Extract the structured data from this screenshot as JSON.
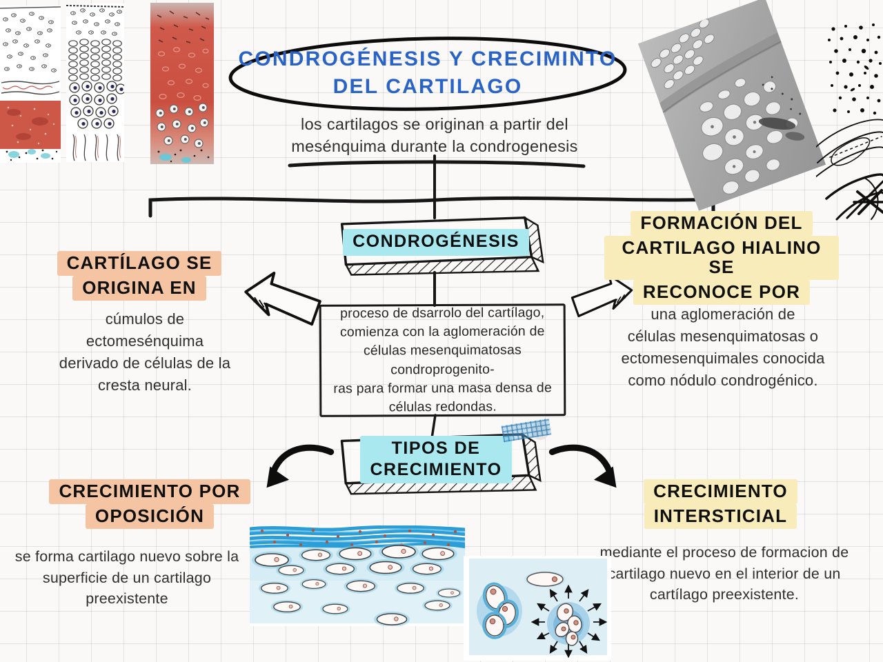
{
  "colors": {
    "accent_blue": "#2a63c6",
    "highlight_peach": "#f5c4a3",
    "highlight_yellow": "#f8ecbb",
    "highlight_cyan": "#a9e8ef",
    "ink": "#141414"
  },
  "title": {
    "line1": "CONDROGÉNESIS Y CRECIMINTO",
    "line2": "DEL CARTILAGO"
  },
  "subtitle": {
    "line1": "los cartilagos se originan a partir del",
    "line2": "mesénquima durante la condrogenesis"
  },
  "condrogenesis_box": {
    "label": "CONDROGÉNESIS"
  },
  "process_note": {
    "lines": [
      "proceso de dsarrolo del  cartílago,",
      "comienza con la aglomeración de",
      "células mesenquimatosas",
      "condroprogenito-",
      "ras para formar una masa densa de",
      "células redondas."
    ]
  },
  "left_branch": {
    "heading": {
      "line1": "CARTÍLAGO SE",
      "line2": "ORIGINA EN"
    },
    "body": [
      "cúmulos de",
      "ectomesénquima",
      "derivado de células de la",
      "cresta neural."
    ]
  },
  "right_branch": {
    "heading": {
      "line1": "FORMACIÓN DEL",
      "line2": "CARTILAGO HIALINO SE",
      "line3": "RECONOCE POR"
    },
    "body": [
      "una aglomeración de",
      "células mesenquimatosas o",
      "ectomesenquimales conocida",
      "como nódulo condrogénico."
    ]
  },
  "tipos_box": {
    "line1": "TIPOS DE",
    "line2": "CRECIMIENTO"
  },
  "opposition": {
    "heading": {
      "line1": "CRECIMIENTO POR",
      "line2": "OPOSICIÓN"
    },
    "body": [
      "se forma cartilago nuevo sobre la",
      "superficie de un cartilago",
      "preexistente"
    ]
  },
  "interstitial": {
    "heading": {
      "line1": "CRECIMIENTO",
      "line2": "INTERSTICIAL"
    },
    "body": [
      "mediante el proceso de formacion de",
      "cartilago nuevo en el interior de un",
      "cartílago preexistente."
    ]
  }
}
